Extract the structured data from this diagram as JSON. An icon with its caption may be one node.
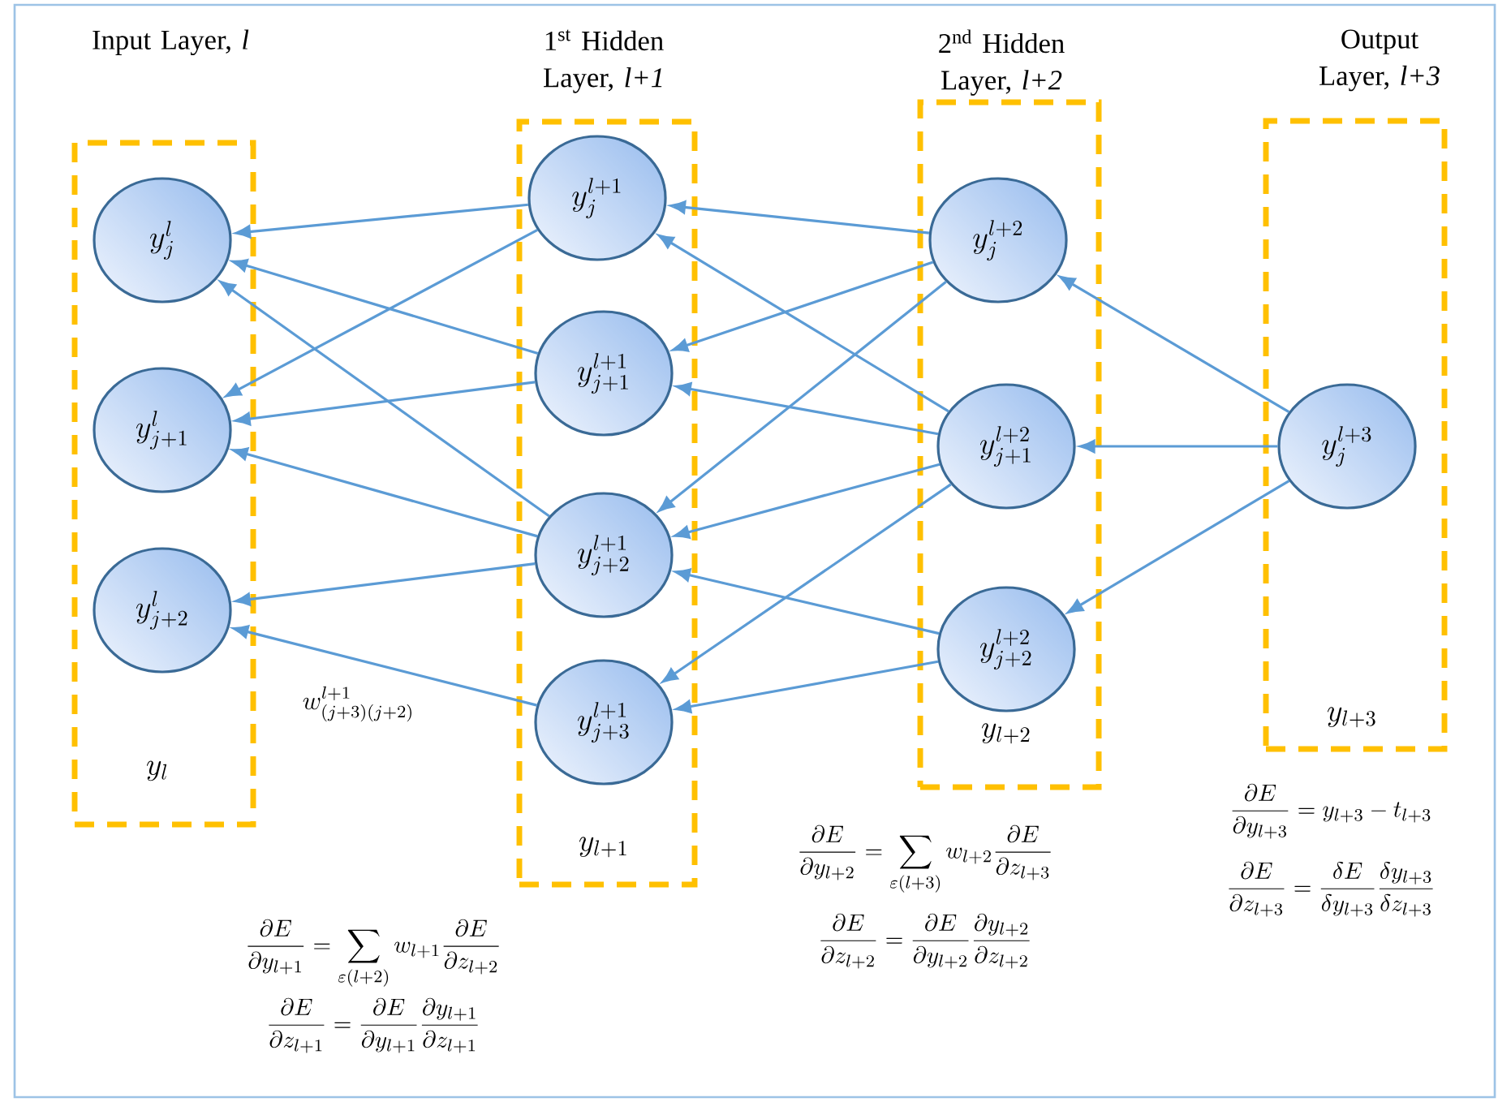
{
  "diagram": {
    "nodes": [
      {
        "text": [
          "Input Layer, *l*",
          "y_l"
        ]
      },
      {
        "text": [
          "1$^{st}$ Hidden Layer, *l+1*",
          "y_{l+1}"
        ]
      },
      {
        "text": [
          "2$^{nd}$ Hidden Layer, *l+2*",
          "y_{l+2}"
        ]
      },
      {
        "text": [
          "Output Layer, *l+3*",
          "y_{l+3}"
        ]
      },
      {
        "text": [
          "y_j^l"
        ],
        "in": 0
      },
      {
        "text": [
          "y_{j+1}^l"
        ],
        "in": 0
      },
      {
        "text": [
          "y_{j+2}^l"
        ],
        "in": 0
      },
      {
        "text": [
          "y_j^{l+1}"
        ],
        "in": 1
      },
      {
        "text": [
          "y_{j+1}^{l+1}"
        ],
        "in": 1
      },
      {
        "text": [
          "y_{j+2}^{l+1}"
        ],
        "in": 1
      },
      {
        "text": [
          "y_{j+3}^{l+1}"
        ],
        "in": 1
      },
      {
        "text": [
          "y_j^{l+2}"
        ],
        "in": 2
      },
      {
        "text": [
          "y_{j+1}^{l+2}"
        ],
        "in": 2
      },
      {
        "text": [
          "y_{j+2}^{l+2}"
        ],
        "in": 2
      },
      {
        "text": [
          "y_j^{l+3}"
        ],
        "in": 3
      }
    ],
    "edges": [
      {
        "from": 7,
        "to": 4,
        "arrow": "to"
      },
      {
        "from": 7,
        "to": 5,
        "arrow": "to"
      },
      {
        "from": 8,
        "to": 4,
        "arrow": "to"
      },
      {
        "from": 8,
        "to": 5,
        "arrow": "to"
      },
      {
        "from": 9,
        "to": 4,
        "arrow": "to"
      },
      {
        "from": 9,
        "to": 5,
        "arrow": "to"
      },
      {
        "from": 9,
        "to": 6,
        "arrow": "to"
      },
      {
        "from": 10,
        "to": 6,
        "arrow": "to",
        "label": "w^{l+1}_{(j+3)(j+2)}"
      },
      {
        "from": 11,
        "to": 7,
        "arrow": "to"
      },
      {
        "from": 11,
        "to": 8,
        "arrow": "to"
      },
      {
        "from": 11,
        "to": 9,
        "arrow": "to"
      },
      {
        "from": 12,
        "to": 7,
        "arrow": "to"
      },
      {
        "from": 12,
        "to": 8,
        "arrow": "to"
      },
      {
        "from": 12,
        "to": 9,
        "arrow": "to"
      },
      {
        "from": 12,
        "to": 10,
        "arrow": "to"
      },
      {
        "from": 13,
        "to": 9,
        "arrow": "to"
      },
      {
        "from": 13,
        "to": 10,
        "arrow": "to"
      },
      {
        "from": 14,
        "to": 11,
        "arrow": "to"
      },
      {
        "from": 14,
        "to": 12,
        "arrow": "to"
      },
      {
        "from": 14,
        "to": 13,
        "arrow": "to"
      }
    ],
    "labels": [
      "\\frac{\\partial E}{\\partial y_{l+1}} = \\sum_{\\varepsilon(l+2)} w_{l+1} \\frac{\\partial E}{\\partial z_{l+2}}",
      "\\frac{\\partial E}{\\partial z_{l+1}} = \\frac{\\partial E}{\\partial y_{l+1}} \\frac{\\partial y_{l+1}}{\\partial z_{l+1}}",
      "\\frac{\\partial E}{\\partial y_{l+2}} = \\sum_{\\varepsilon(l+3)} w_{l+2} \\frac{\\partial E}{\\partial z_{l+3}}",
      "\\frac{\\partial E}{\\partial z_{l+2}} = \\frac{\\partial E}{\\partial y_{l+2}} \\frac{\\partial y_{l+2}}{\\partial z_{l+2}}",
      "\\frac{\\partial E}{\\partial y_{l+3}} = y_{l+3} - t_{l+3}",
      "\\frac{\\partial E}{\\partial z_{l+3}} = \\frac{\\delta E}{\\delta y_{l+3}} \\frac{\\delta y_{l+3}}{\\delta z_{l+3}}"
    ]
  }
}
